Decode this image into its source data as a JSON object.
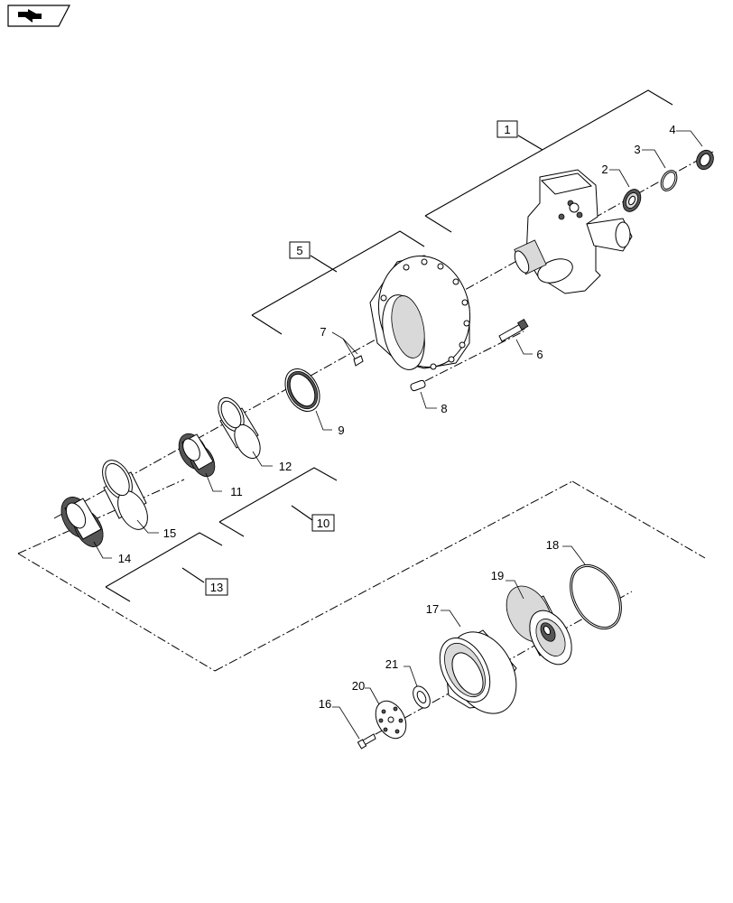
{
  "callouts": {
    "c1": "1",
    "c2": "2",
    "c3": "3",
    "c4": "4",
    "c5": "5",
    "c6": "6",
    "c7": "7",
    "c8": "8",
    "c9": "9",
    "c10": "10",
    "c11": "11",
    "c12": "12",
    "c13": "13",
    "c14": "14",
    "c15": "15",
    "c16": "16",
    "c17": "17",
    "c18": "18",
    "c19": "19",
    "c20": "20",
    "c21": "21"
  },
  "icons": {
    "nav": "next-page-arrow-icon"
  }
}
